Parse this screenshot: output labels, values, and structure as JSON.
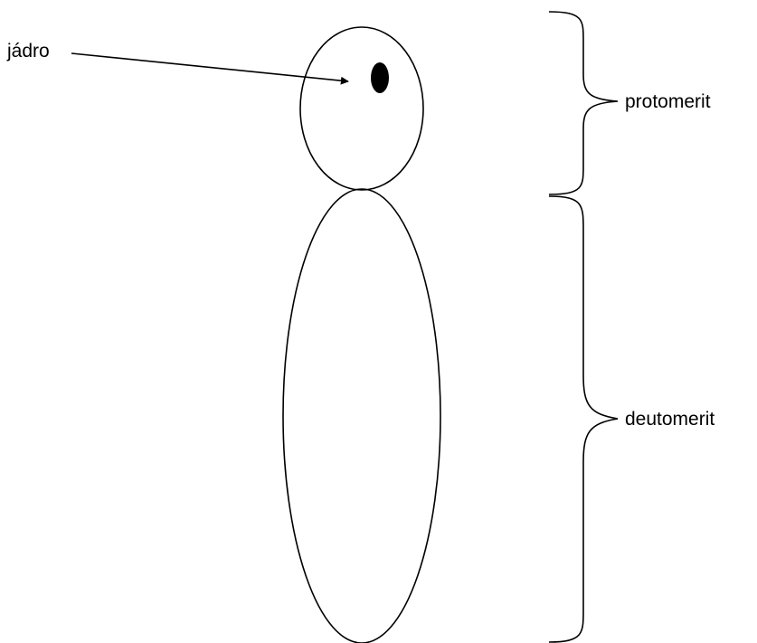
{
  "diagram": {
    "labels": {
      "nucleus": "jádro",
      "protomerite": "protomerit",
      "deutomerite": "deutomerit"
    },
    "colors": {
      "stroke": "#000000",
      "background": "#ffffff"
    }
  }
}
